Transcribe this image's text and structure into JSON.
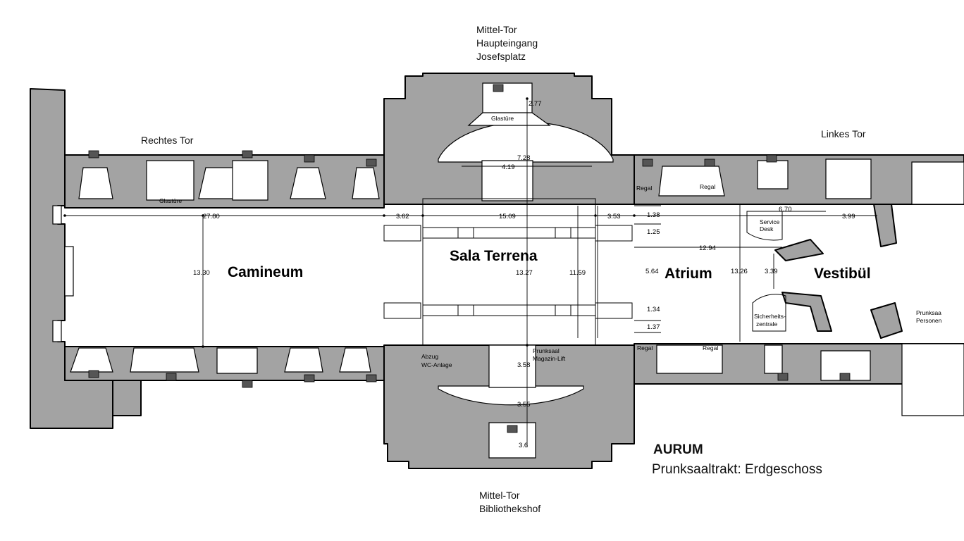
{
  "gates": {
    "top_center": [
      "Mittel-Tor",
      "Haupteingang",
      "Josefsplatz"
    ],
    "bottom_center": [
      "Mittel-Tor",
      "Bibliothekshof"
    ],
    "right_gate": "Rechtes Tor",
    "left_gate": "Linkes Tor"
  },
  "rooms": {
    "camineum": "Camineum",
    "sala_terrena": "Sala Terrena",
    "atrium": "Atrium",
    "vestibuel": "Vestibül",
    "prunksaal_partial": "Prunksaa",
    "personen_partial": "Personen"
  },
  "small_labels": {
    "glasture_top": "Glastüre",
    "glasture_left": "Glastüre",
    "regal": "Regal",
    "service_desk_1": "Service",
    "service_desk_2": "Desk",
    "sicherheit_1": "Sicherheits-",
    "sicherheit_2": "zentrale",
    "lift_1": "Prunksaal",
    "lift_2": "Magazin-Lift",
    "abzug_1": "Abzug",
    "abzug_2": "WC-Anlage"
  },
  "dimensions": {
    "d2_77": "2.77",
    "d7_28": "7.28",
    "d4_19": "4.19",
    "d27_80": "27.80",
    "d3_62": "3.62",
    "d15_09": "15.09",
    "d3_53": "3.53",
    "d1_38": "1.38",
    "d1_25": "1.25",
    "d13_30": "13.30",
    "d13_27": "13.27",
    "d11_59": "11.59",
    "d5_64": "5.64",
    "d1_34": "1.34",
    "d1_37": "1.37",
    "d12_94": "12.94",
    "d13_26": "13.26",
    "d3_39": "3.39",
    "d6_70": "6.70",
    "d3_99": "3.99",
    "d3_58": "3.58",
    "d3_55": "3.55",
    "d3_6": "3.6"
  },
  "title": {
    "name": "AURUM",
    "subtitle": "Prunksaaltrakt: Erdgeschoss"
  }
}
